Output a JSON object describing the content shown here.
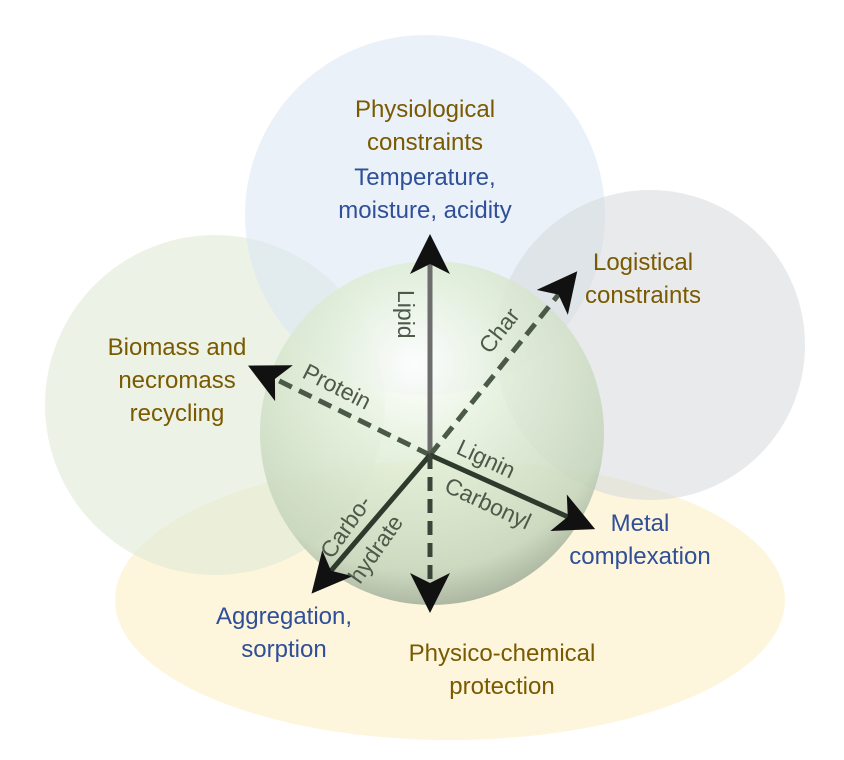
{
  "colors": {
    "constraint_text": "#7a5a00",
    "process_text": "#2f4f98",
    "sphere": "#d8ebcf",
    "axis": "#566a52"
  },
  "constraints": {
    "physiological": [
      "Physiological",
      "constraints"
    ],
    "logistical": [
      "Logistical",
      "constraints"
    ],
    "biomass": [
      "Biomass and",
      "necromass",
      "recycling"
    ],
    "physico_chemical": [
      "Physico-chemical",
      "protection"
    ]
  },
  "processes": {
    "temperature": [
      "Temperature,",
      "moisture, acidity"
    ],
    "metal": [
      "Metal",
      "complexation"
    ],
    "aggregation": [
      "Aggregation,",
      "sorption"
    ]
  },
  "axes": {
    "lipid": "Lipid",
    "char": "Char",
    "protein": "Protein",
    "lignin": "Lignin",
    "carbonyl": "Carbonyl",
    "carbohydrate": [
      "Carbo-",
      "hydrate"
    ]
  }
}
